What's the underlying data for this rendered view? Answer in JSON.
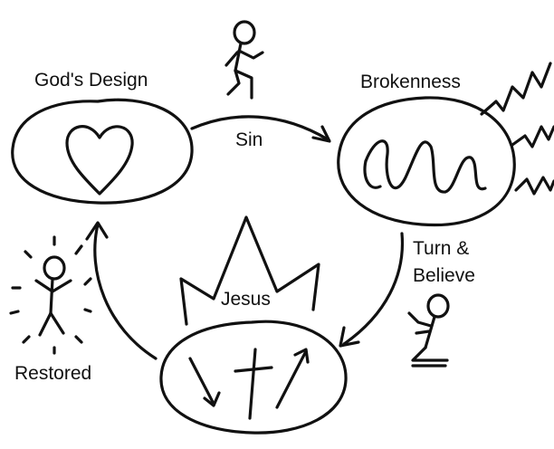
{
  "nodes": {
    "gods_design": "God's Design",
    "brokenness": "Brokenness",
    "jesus": "Jesus",
    "restored": "Restored"
  },
  "edges": {
    "sin": "Sin",
    "turn": "Turn &",
    "believe": "Believe"
  },
  "colors": {
    "ink": "#111111",
    "background": "#ffffff"
  }
}
